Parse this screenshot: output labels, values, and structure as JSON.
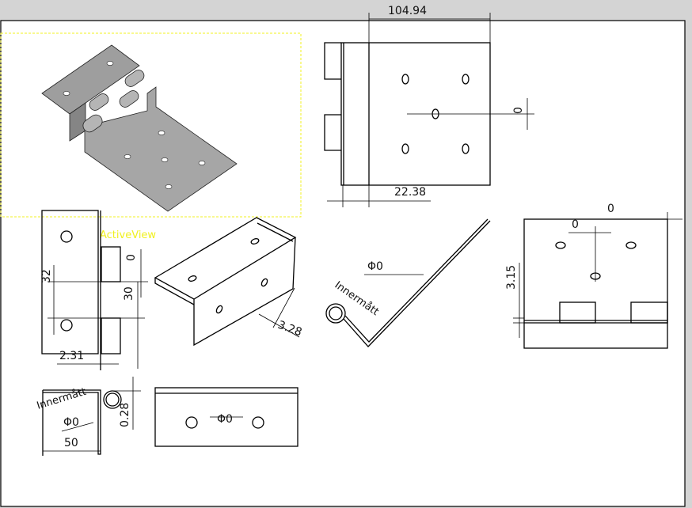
{
  "sheet": {
    "active_view_label": "ActiveView",
    "selection_color": "#f0f020",
    "background_color": "#d4d4d4"
  },
  "dimensions": {
    "front_width": "104.94",
    "front_offset": "22.38",
    "front_zero": "0",
    "right_zero_top": "0",
    "right_zero_hole": "0",
    "right_height": "3.15",
    "profile_diameter": "Φ0",
    "profile_note": "Innermått",
    "side_height": "32",
    "side_zero": "0",
    "side_tab": "30",
    "side_thickness": "2.31",
    "iso_dim": "3.28",
    "bottom_note": "Innermått",
    "bottom_diameter": "Φ0",
    "bottom_thickness": "0.28",
    "bottom_width": "50",
    "plan_diameter": "Φ0"
  }
}
